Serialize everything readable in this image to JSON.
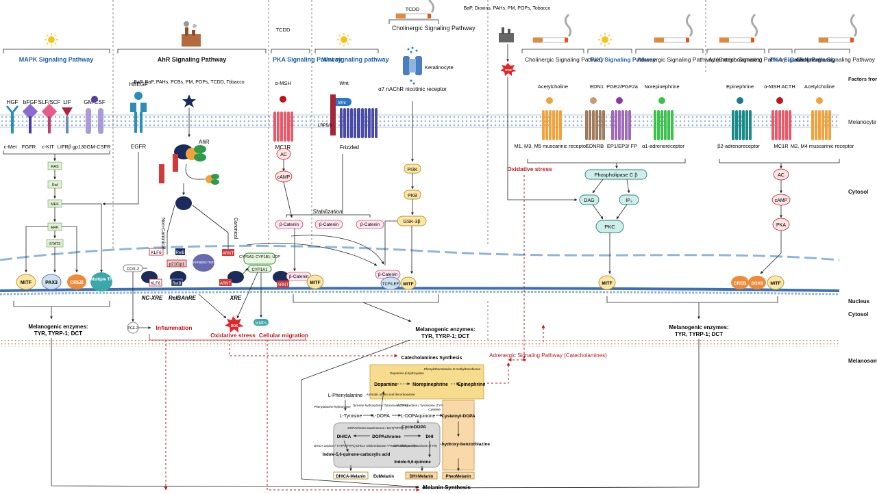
{
  "sun_icons": [
    "sun-icon",
    "sun-icon",
    "sun-icon",
    "sun-icon"
  ],
  "colors": {
    "pathway_blue": "#1f5fa8",
    "stress_red": "#c0141c",
    "membrane_blue": "#bcd3ea",
    "nucleus_blue": "#3f6fb2",
    "melanosome_brown": "#c49a7a",
    "enzyme_box": "#f6dc8c",
    "synthesis_grey": "#dadada"
  },
  "headers": {
    "mapk": "MAPK Signaling Pathway",
    "ahr": "AhR Signaling Pathway",
    "pka_left": "PKA Signaling Pathway",
    "wnt": "Wnt signaling pathway",
    "cholinergic_left": "Cholinergic Signaling Pathway",
    "cholinergic_right": "Cholinergic Signaling Pathway",
    "pkc": "PKC Signaling Pathway",
    "adrenergic_a": "Adrenergic Signaling Pathway (Catecholamines)",
    "adrenergic_b": "Adrenergic Signaling Pathway (Catecholamines)",
    "pka_right": "PKA Signaling Pathway",
    "cholinergic_far": "Cholinergic Signaling Pathway"
  },
  "side_labels": {
    "factors": "Factors from other cells or direct action from stimuli",
    "melanocyte": "Melanocyte",
    "cytosol_1": "Cytosol",
    "nucleus": "Nucleus",
    "cytosol_2": "Cytosol",
    "melanosome": "Melanosome"
  },
  "mapk": {
    "ligands": [
      "HGF",
      "bFGF",
      "SLF/SCF",
      "LIF",
      "GM-CSF"
    ],
    "receptors": [
      "c-Met",
      "FGFR",
      "c-KIT",
      "LIFRβ",
      "gp130",
      "GM-CSFR"
    ],
    "cascade": [
      "RAS",
      "Raf",
      "MEK",
      "ERK",
      "STAT3"
    ],
    "tfs": [
      "MITF",
      "PAX3",
      "CREB",
      "Multiple TF"
    ],
    "output_line1": "Melanogenic enzymes:",
    "output_line2": "TYR, TYRP-1; DCT"
  },
  "ahr": {
    "hbegf": "HBEGF",
    "egfr": "EGFR",
    "ligands": "BaP, BaP, PAHs, PCBs, PM, POPs, TCDD, Tobacco",
    "ahr": "AhR",
    "non_canonical": "Non-Canonical",
    "canonical": "Canonical",
    "klf6": "KLF6",
    "relb": "RelB",
    "p21": "p21Cip1",
    "inflammatory": "Inflammatory markers",
    "arnt": "ARNT",
    "cyps": [
      "CYP1A2; CYP1B1; UDP",
      "CYP1A1"
    ],
    "cox2": "COX-2",
    "pge2": "PGE-2",
    "elements": [
      "NC-XRE",
      "RelBAhRE",
      "XRE"
    ],
    "mmps": "MMPs",
    "inflammation": "Inflammation",
    "ros": "ROS",
    "oxidative": "Oxidative stress",
    "migration": "Cellular migration"
  },
  "pka_wnt": {
    "tcdd": "TCDD",
    "amsh": "α-MSH",
    "mc1r": "MC1R",
    "ac": "AC",
    "camp": "cAMP",
    "wnt_label": "Wnt",
    "wnt_ligand": "Wnt",
    "lrp": "LRP5/6",
    "frizzled": "Frizzled",
    "stabilization": "Stabilization",
    "bcatenin": "β-Catenin",
    "mitf": "MITF",
    "tcf": "TCF/LEF",
    "arnt": "ARNT",
    "output_line1": "Melanogenic enzymes:",
    "output_line2": "TYR, TYRP-1; DCT"
  },
  "cholinergic": {
    "tcdd": "TCDD",
    "keratinocyte": "Keratinocyte",
    "receptor": "α7 nAChR nicotinic receptor",
    "pi3k": "PI3K",
    "pkb": "PKB",
    "gsk": "GSK-3β"
  },
  "right": {
    "pollutants": "BaP, Dioxins, PAHs, PM, POPs, Tobacco",
    "ros": "ROS",
    "oxidative": "Oxidative stress",
    "ligands": [
      "Acetylcholine",
      "EDN1",
      "PGE2/PGF2a",
      "Norepinephrine",
      "Epinephrine",
      "α-MSH ACTH",
      "Acetylcholine"
    ],
    "receptors": [
      "M1, M3, M5 muscarinic receptor",
      "EDNRB",
      "EP1/EP3/ FP",
      "α1-adrenoreceptor",
      "β2-adrenoreceptor",
      "MC1R",
      "M2, M4 muscarinic receptor"
    ],
    "plc": "Phospholipase C β",
    "dag": "DAG",
    "ip3": "IP₃",
    "pkc": "PKC",
    "ac": "AC",
    "camp": "cAMP",
    "pka": "PKA",
    "tfs": [
      "MITF",
      "CREB",
      "SOX9",
      "MITF"
    ],
    "output_line1": "Melanogenic enzymes:",
    "output_line2": "TYR, TYRP-1; DCT",
    "adrenergic_note": "Adrenergic Signaling Pathway (Catecholamines)"
  },
  "synthesis": {
    "catecholamines_title": "Catecholamines Synthesis",
    "dopamine": "Dopamine",
    "norepinephrine": "Norepinephrine",
    "epinephrine": "Epinephrine",
    "dbh": "Dopamine β-hydroxylase",
    "pnmt": "Phenylethanolamine N-methyltransferase",
    "aadc": "Aromatic amino acid decarboxylase",
    "phenylalanine": "L-Phenylalanine",
    "pah": "Phenylalanine hydroxylase",
    "tyrosine": "L-Tyrosine",
    "th": "Tyrosine hydroxylase / Tyrosinase (TYR)",
    "dopa": "L-DOPA",
    "dopa_ox": "DOPA oxidase / Tyrosinase (TYR)",
    "dopaquinone": "L-DOPAquinone",
    "cysteine": "Cysteine",
    "cysteinyl": "Cysteinyl-DOPA",
    "cyclodopa": "CycloDOPA",
    "dopachrome_enzyme": "DOPAchrome tautomerase / DCT(TRP2)",
    "dhica": "DHICA",
    "dopachrome": "DOPAchrome",
    "dhi": "DHI",
    "dhica_ox": "DHICA oxidase / TYRP1(TRP1) DHICA oxidoreductase / Pmel17 Silver protein",
    "dhi_ox": "DHI oxidase / Tyrosinase (TYR)",
    "indole_acid": "Indole-5,6-quinone-carboxylic acid",
    "indole": "Indole-5,6-quinone",
    "alanyl": "Alanyl-hydroxy-benzothiazine",
    "dhica_melanin": "DHICA-Melanin",
    "eumelanin": "EuMelanin",
    "dhi_melanin": "DHI-Melanin",
    "pheomelanin": "PheoMelanin",
    "melanin_synthesis": "Melanin Synthesis"
  }
}
